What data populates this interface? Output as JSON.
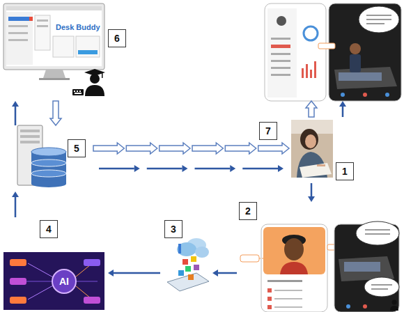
{
  "diagram": {
    "nodes": [
      {
        "text": [
          "6",
          "Desk Buddy"
        ]
      },
      {
        "text": [
          "7"
        ]
      },
      {
        "text": [
          "5"
        ]
      },
      {
        "text": [
          "1"
        ]
      },
      {
        "text": [
          "2"
        ]
      },
      {
        "text": [
          "3"
        ]
      },
      {
        "text": [
          "4",
          "AI"
        ]
      }
    ],
    "edges": [
      {
        "from": 2,
        "to": 0,
        "arrow": "to"
      },
      {
        "from": 0,
        "to": 2,
        "arrow": "to"
      },
      {
        "from": 2,
        "to": 3,
        "arrow": "to"
      },
      {
        "from": 2,
        "to": 3,
        "arrow": "to"
      },
      {
        "from": 3,
        "to": 1,
        "arrow": "to"
      },
      {
        "from": 3,
        "to": 1,
        "arrow": "to"
      },
      {
        "from": 3,
        "to": 4,
        "arrow": "to"
      },
      {
        "from": 4,
        "to": 5,
        "arrow": "to"
      },
      {
        "from": 5,
        "to": 6,
        "arrow": "to"
      },
      {
        "from": 6,
        "to": 2,
        "arrow": "to"
      }
    ]
  }
}
